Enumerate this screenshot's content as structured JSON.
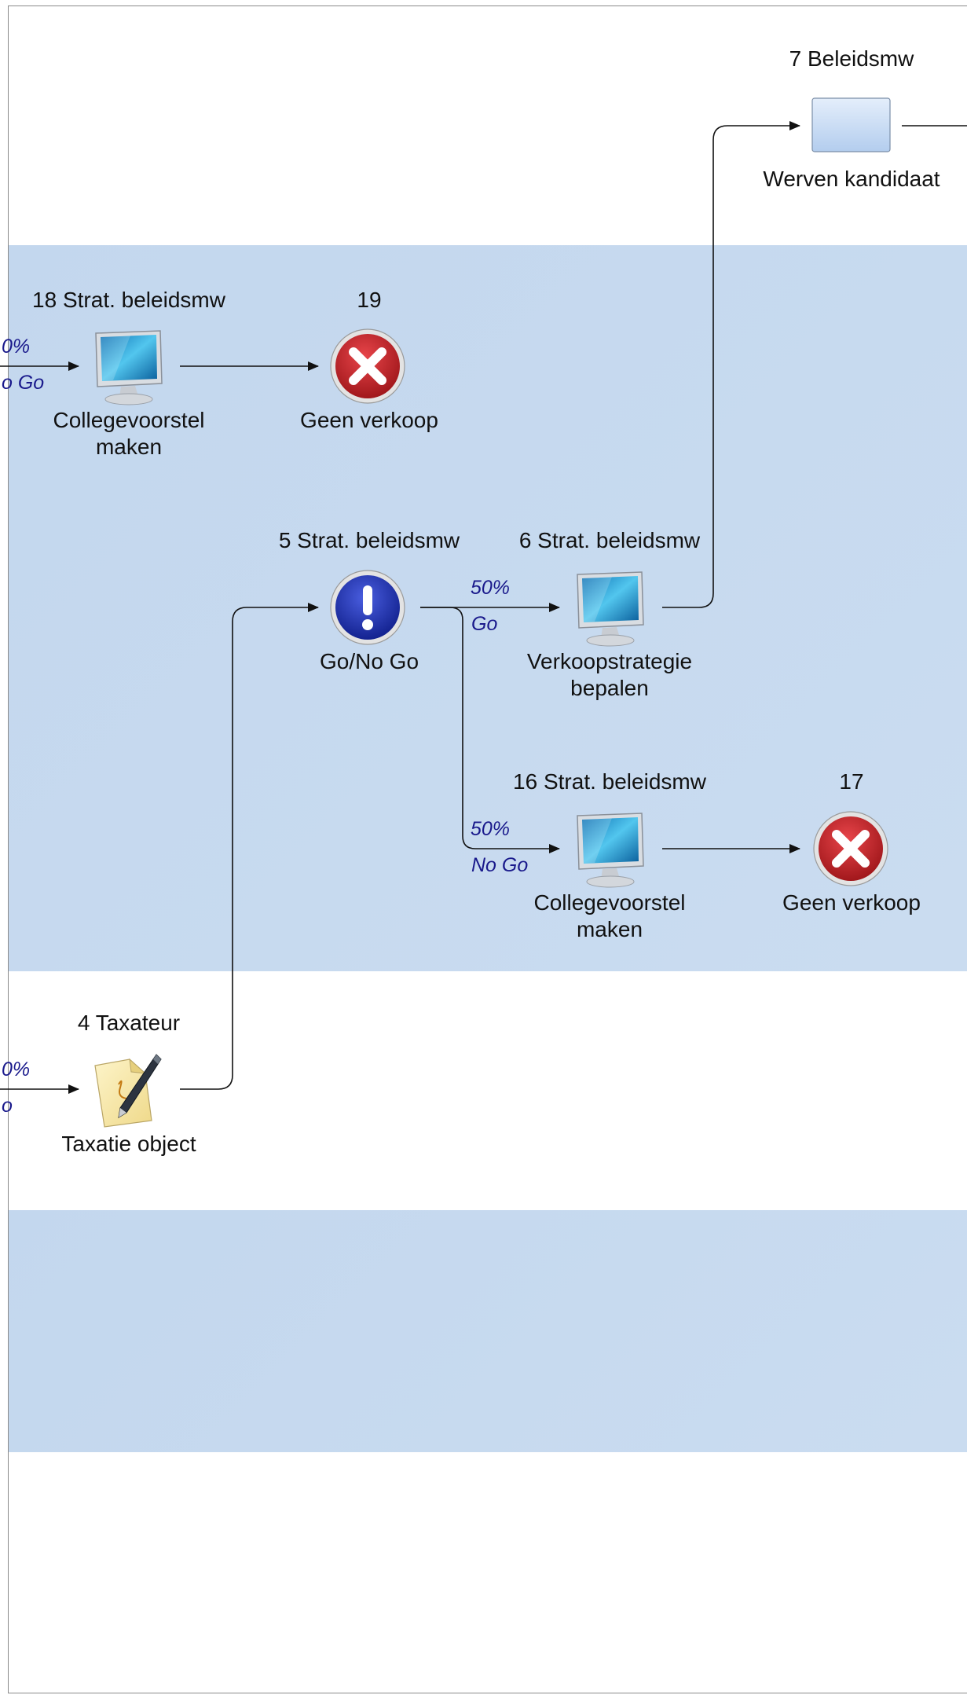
{
  "nodes": {
    "n7": {
      "header": "7 Beleidsmw",
      "name": "Werven kandidaat",
      "icon": "task-rectangle-icon"
    },
    "n18": {
      "header": "18 Strat. beleidsmw",
      "name_line1": "Collegevoorstel",
      "name_line2": "maken",
      "icon": "computer-monitor-icon"
    },
    "n19": {
      "header": "19",
      "name": "Geen verkoop",
      "icon": "red-x-end-icon"
    },
    "n5": {
      "header": "5 Strat. beleidsmw",
      "name": "Go/No Go",
      "icon": "exclamation-decision-icon"
    },
    "n6": {
      "header": "6 Strat. beleidsmw",
      "name_line1": "Verkoopstrategie",
      "name_line2": "bepalen",
      "icon": "computer-monitor-icon"
    },
    "n16": {
      "header": "16 Strat. beleidsmw",
      "name_line1": "Collegevoorstel",
      "name_line2": "maken",
      "icon": "computer-monitor-icon"
    },
    "n17": {
      "header": "17",
      "name": "Geen verkoop",
      "icon": "red-x-end-icon"
    },
    "n4": {
      "header": "4 Taxateur",
      "name": "Taxatie object",
      "icon": "document-pen-icon"
    }
  },
  "edges": {
    "into18": {
      "pct": "0%",
      "label": "o Go"
    },
    "n5_to_n6": {
      "pct": "50%",
      "label": "Go"
    },
    "n5_to_n16": {
      "pct": "50%",
      "label": "No Go"
    },
    "into4": {
      "pct": "0%",
      "label": "o"
    }
  },
  "colors": {
    "lane_blue": "#c6d9ef",
    "lane_white": "#ffffff",
    "connector": "#111111",
    "edge_label": "#1a1a8c",
    "end_red": "#c0262a",
    "decision_blue": "#1c2fa8"
  }
}
